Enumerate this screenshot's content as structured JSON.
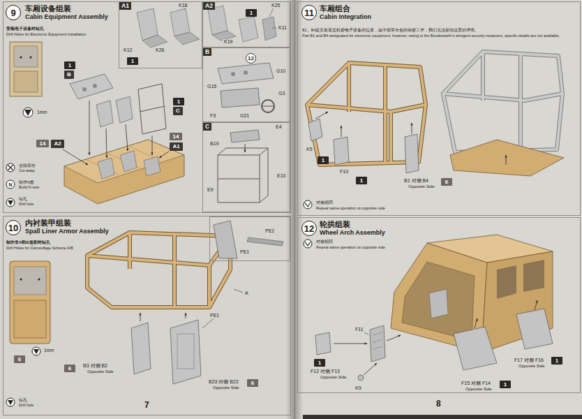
{
  "diagram": {
    "nodes": [
      {
        "text": [
          "车厢设备组装",
          "Cabin Equipment Assembly"
        ]
      },
      {
        "text": [
          "9"
        ],
        "in": 0
      },
      {
        "text": [
          "A1"
        ],
        "in": 0
      },
      {
        "text": [
          "1"
        ],
        "in": 2
      },
      {
        "text": [
          "A2"
        ],
        "in": 0
      },
      {
        "text": [
          "1"
        ],
        "in": 4
      },
      {
        "text": [
          "B"
        ],
        "in": 0
      },
      {
        "text": [
          "12"
        ],
        "in": 6
      },
      {
        "text": [
          "C"
        ],
        "in": 0
      },
      {
        "text": [
          "1"
        ],
        "in": 0
      },
      {
        "text": [
          "B"
        ],
        "in": 0
      },
      {
        "text": [
          "1"
        ],
        "in": 0
      },
      {
        "text": [
          "C"
        ],
        "in": 0
      },
      {
        "text": [
          "14"
        ],
        "in": 0
      },
      {
        "text": [
          "A2"
        ],
        "in": 0
      },
      {
        "text": [
          "14"
        ],
        "in": 0
      },
      {
        "text": [
          "A1"
        ],
        "in": 0
      },
      {
        "text": [
          "内衬装甲组装",
          "Spall Liner Armor Assembly"
        ]
      },
      {
        "text": [
          "10"
        ],
        "in": 17
      },
      {
        "text": [
          "PE2",
          "PE1"
        ],
        "in": 17
      },
      {
        "text": [
          "6"
        ],
        "in": 17
      },
      {
        "text": [
          "6"
        ],
        "in": 17
      },
      {
        "text": [
          "6"
        ],
        "in": 17
      },
      {
        "text": [
          "车厢组合",
          "Cabin Integration"
        ]
      },
      {
        "text": [
          "11"
        ],
        "in": 23
      },
      {
        "text": [
          "1"
        ],
        "in": 23
      },
      {
        "text": [
          "1"
        ],
        "in": 23
      },
      {
        "text": [
          "6"
        ],
        "in": 23
      },
      {
        "text": [
          "轮拱组装",
          "Wheel Arch Assembly"
        ]
      },
      {
        "text": [
          "12"
        ],
        "in": 28
      },
      {
        "text": [
          "1"
        ],
        "in": 28
      },
      {
        "text": [
          "1"
        ],
        "in": 28
      },
      {
        "text": [
          "1"
        ],
        "in": 28
      }
    ],
    "labels": [
      "安装电子设备时钻孔",
      "Drill Holes for Electronic Equipment Installation",
      "1mm",
      "K18",
      "K25",
      "K11",
      "K12",
      "K26",
      "K19",
      "G15",
      "G10",
      "G3",
      "F3",
      "G21",
      "E4",
      "B19",
      "E10",
      "E9",
      "去除部分",
      "Cut away",
      "制作N套",
      "Build N sets",
      "钻孔",
      "Drill hole",
      "制作非A和B迷彩时钻孔",
      "Drill Holes for Camouflage Scheme A/B",
      "1mm",
      "PE1",
      "A",
      "B3 对侧 B2",
      "Opposite Side",
      "B23 对侧 B22",
      "Opposite Side",
      "钻孔",
      "Drill hole",
      "7",
      "B1、B4是安装某些机密电子设备的位置，由于德军出色的保密工作，我们无法获知这里的详情。",
      "Part B1 and B4 designated for electronic equipment; however, owing to the Bundeswehr's stringent security measures, specific details are not available.",
      "K5",
      "F10",
      "B1 对侧 B4",
      "Opposite Side",
      "对侧相同",
      "Repeat same operation on opposite side",
      "对侧相同",
      "Repeat same operation on opposite side",
      "F11",
      "F12 对侧 F13",
      "Opposite Side",
      "K9",
      "F15 对侧 F14",
      "Opposite Side",
      "F17 对侧 F16",
      "Opposite Side",
      "8"
    ]
  }
}
